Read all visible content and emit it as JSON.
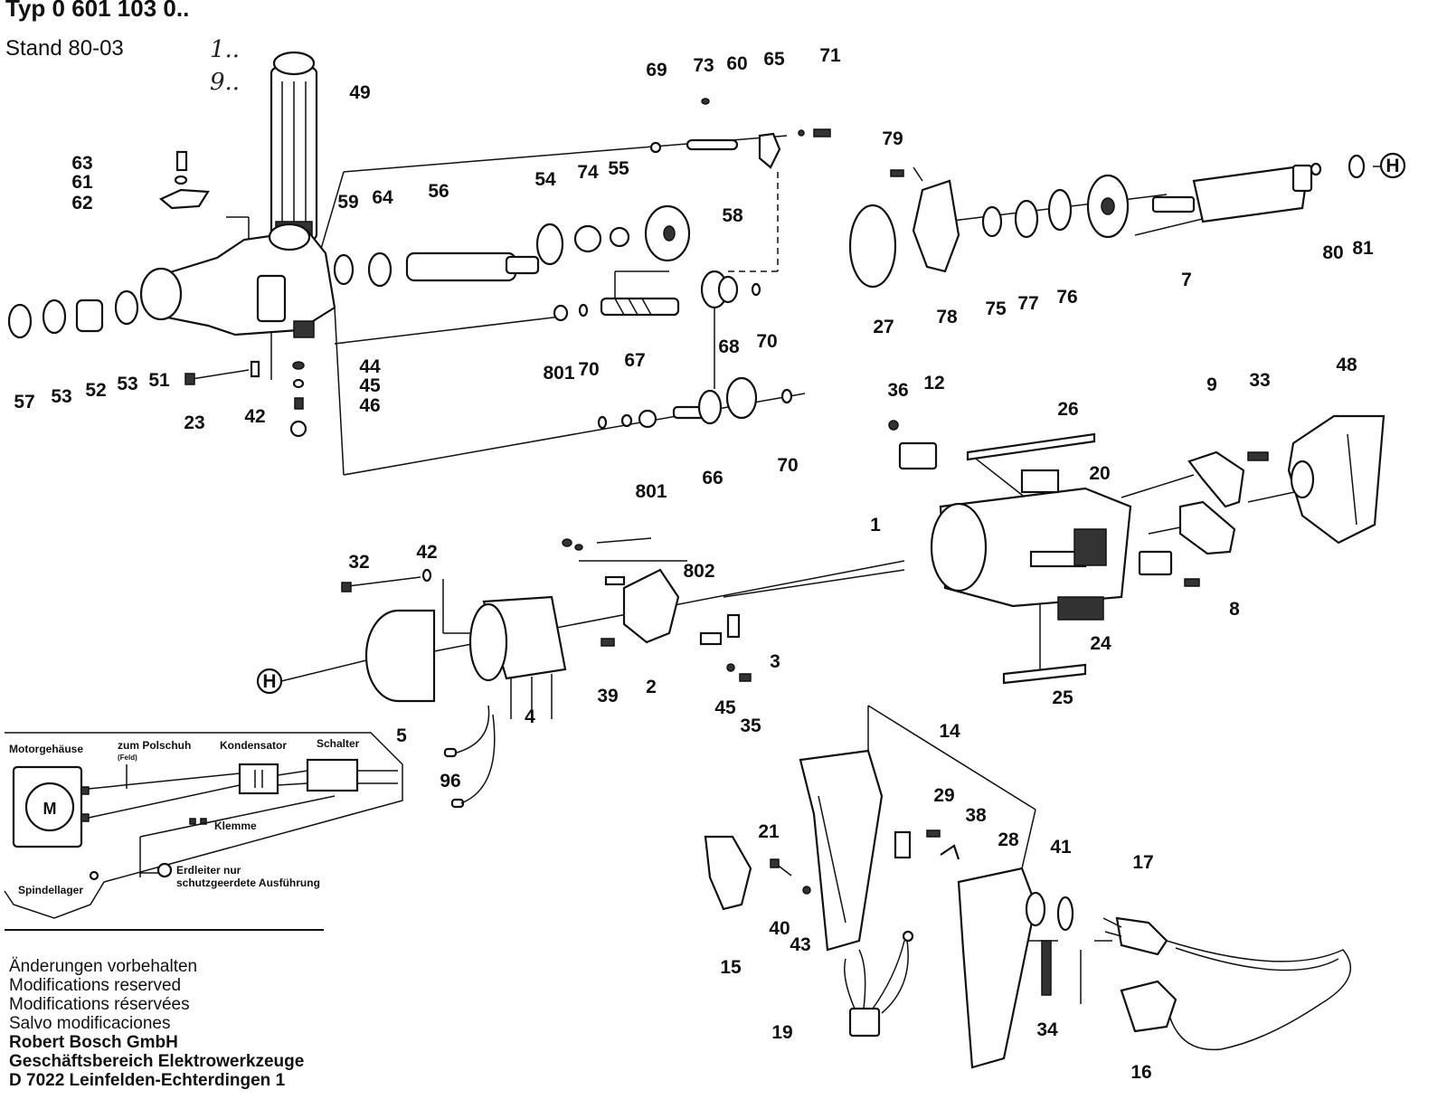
{
  "header": {
    "title": "Typ 0 601 103 0..",
    "stand": "Stand 80-03",
    "variant_1": "1..",
    "variant_2": "9.."
  },
  "part_labels": [
    "1",
    "2",
    "3",
    "4",
    "5",
    "7",
    "8",
    "9",
    "12",
    "14",
    "15",
    "16",
    "17",
    "19",
    "20",
    "21",
    "23",
    "24",
    "25",
    "26",
    "27",
    "28",
    "29",
    "32",
    "33",
    "34",
    "35",
    "36",
    "38",
    "39",
    "40",
    "41",
    "42",
    "43",
    "44",
    "45",
    "46",
    "48",
    "49",
    "51",
    "52",
    "53",
    "54",
    "55",
    "56",
    "57",
    "58",
    "59",
    "60",
    "61",
    "62",
    "63",
    "64",
    "65",
    "66",
    "67",
    "68",
    "69",
    "70",
    "71",
    "73",
    "74",
    "75",
    "76",
    "77",
    "78",
    "79",
    "80",
    "81",
    "96",
    "801",
    "802"
  ],
  "markers": {
    "connector": "H"
  },
  "wiring": {
    "motor_housing": "Motorgehäuse",
    "pole_shoe": "zum Polschuh",
    "field": "(Feld)",
    "capacitor": "Kondensator",
    "switch": "Schalter",
    "terminal": "Klemme",
    "motor": "M",
    "spindle_bearing": "Spindellager",
    "earth_note_1": "Erdleiter nur",
    "earth_note_2": "schutzgeerdete Ausführung"
  },
  "notes": [
    "Änderungen vorbehalten",
    "Modifications reserved",
    "Modifications réservées",
    "Salvo modificaciones"
  ],
  "company": [
    "Robert Bosch GmbH",
    "Geschäftsbereich Elektrowerkzeuge",
    "D 7022 Leinfelden-Echterdingen 1"
  ]
}
